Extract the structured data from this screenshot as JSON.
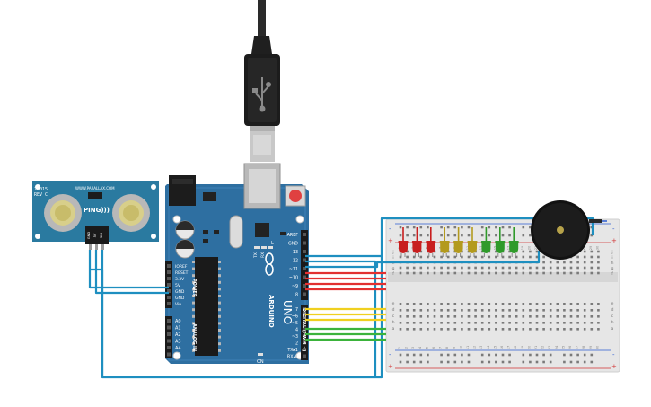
{
  "sensor": {
    "model": "28015",
    "rev": "REV C",
    "website": "WWW.PARALLAX.COM",
    "logo": "PING)))",
    "pins": [
      "GND",
      "5V",
      "SIG"
    ]
  },
  "arduino": {
    "brand": "ARDUINO",
    "model": "UNO",
    "on_label": "ON",
    "tx_label": "TX",
    "rx_label": "RX",
    "l_label": "L",
    "power_header": [
      "IOREF",
      "RESET",
      "3.3V",
      "5V",
      "GND",
      "GND",
      "Vin"
    ],
    "power_title": "POWER",
    "analog_header": [
      "A0",
      "A1",
      "A2",
      "A3",
      "A4",
      "A5"
    ],
    "analog_title": "ANALOG IN",
    "digital_top": [
      "AREF",
      "GND",
      "13",
      "12",
      "~11",
      "~10",
      "~9",
      "8"
    ],
    "digital_bottom": [
      "7",
      "~6",
      "~5",
      "4",
      "~3",
      "2",
      "TX▸1",
      "RX◂0"
    ],
    "digital_title": "DIGITAL (PWM ~)"
  },
  "breadboard": {
    "plus": "+",
    "minus": "-",
    "row_letters_top": [
      "j",
      "i",
      "h",
      "g",
      "f"
    ],
    "row_letters_bottom": [
      "e",
      "d",
      "c",
      "b",
      "a"
    ],
    "column_numbers": [
      "1",
      "2",
      "3",
      "4",
      "5",
      "6",
      "7",
      "8",
      "9",
      "10",
      "11",
      "12",
      "13",
      "14",
      "15",
      "16",
      "17",
      "18",
      "19",
      "20",
      "21",
      "22",
      "23",
      "24",
      "25",
      "26",
      "27",
      "28",
      "29",
      "30"
    ]
  },
  "leds": {
    "colors": [
      "red",
      "red",
      "red",
      "yellow",
      "yellow",
      "yellow",
      "green",
      "green",
      "green"
    ],
    "palette": {
      "red": "#c81e1e",
      "yellow": "#b39a1d",
      "green": "#2f9a2a"
    }
  },
  "buzzer": {
    "name": "piezo buzzer"
  },
  "wire_colors": {
    "ground": "#1e8fc0",
    "power": "#1e8fc0",
    "red": "#e23030",
    "yellow": "#f0d020",
    "green": "#3bb33b"
  }
}
